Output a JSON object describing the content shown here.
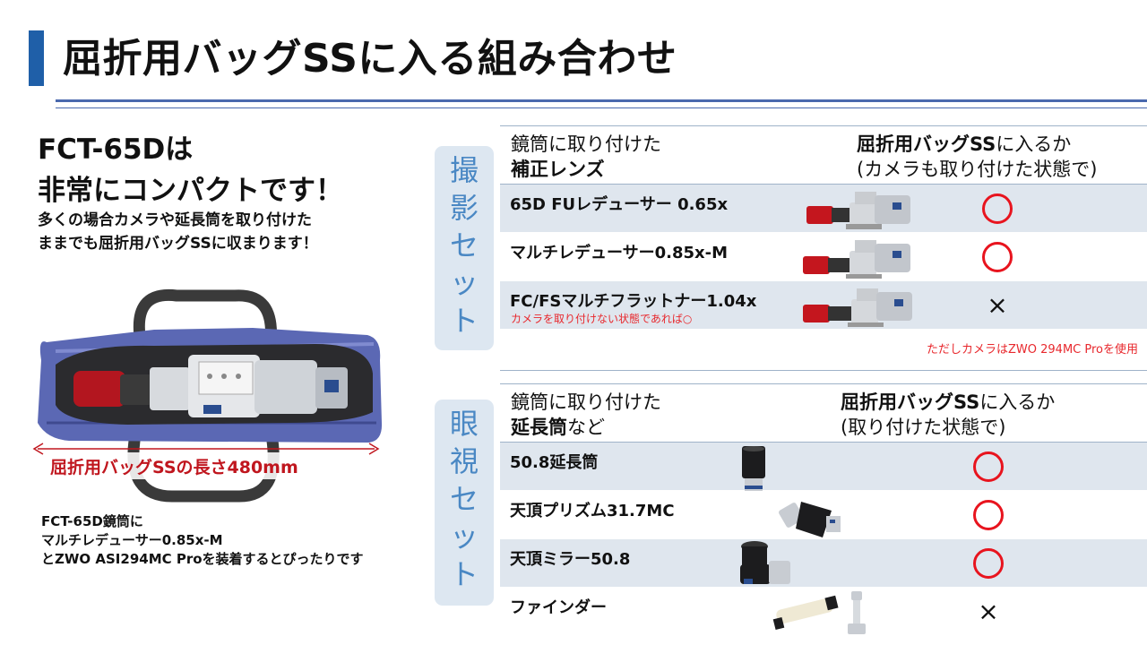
{
  "title": "屈折用バッグSSに入る組み合わせ",
  "left": {
    "headline_line1": "FCT-65Dは",
    "headline_line2": "非常にコンパクトです！",
    "sub_line1": "多くの場合カメラや延長筒を取り付けた",
    "sub_line2": "ままでも屈折用バッグSSに収まります！",
    "length_label": "屈折用バッグSSの長さ480mm",
    "caption_line1": "FCT-65D鏡筒に",
    "caption_line2": "マルチレデューサー0.85x-M",
    "caption_line3": "とZWO ASI294MC Proを装着するとぴったりです"
  },
  "categories": {
    "photo": "撮影セット",
    "visual": "眼視セット"
  },
  "photo_table": {
    "header_left_line1": "鏡筒に取り付けた",
    "header_left_line2_bold": "補正レンズ",
    "header_right_line1_bold": "屈折用バッグSS",
    "header_right_line1_rest": "に入るか",
    "header_right_line2": "(カメラも取り付けた状態で)",
    "rows": [
      {
        "name": "65D FUレデューサー 0.65x",
        "result": "yes",
        "thumb": "scope-with-camera-image"
      },
      {
        "name": "マルチレデューサー0.85x-M",
        "result": "yes",
        "thumb": "scope-with-camera-image"
      },
      {
        "name": "FC/FSマルチフラットナー1.04x",
        "note": "カメラを取り付けない状態であれば○",
        "result": "no",
        "thumb": "scope-with-camera-image"
      }
    ],
    "footnote": "ただしカメラはZWO 294MC Proを使用"
  },
  "visual_table": {
    "header_left_line1": "鏡筒に取り付けた",
    "header_left_line2_bold": "延長筒",
    "header_left_line2_rest": "など",
    "header_right_line1_bold": "屈折用バッグSS",
    "header_right_line1_rest": "に入るか",
    "header_right_line2": "(取り付けた状態で)",
    "rows": [
      {
        "name": "50.8延長筒",
        "result": "yes",
        "thumb": "extension-tube-image"
      },
      {
        "name": "天頂プリズム31.7MC",
        "result": "yes",
        "thumb": "diagonal-prism-image"
      },
      {
        "name": "天頂ミラー50.8",
        "result": "yes",
        "thumb": "diagonal-mirror-image"
      },
      {
        "name": "ファインダー",
        "result": "no",
        "thumb": "finder-scope-image"
      }
    ]
  },
  "colors": {
    "accent": "#1f5fa8",
    "rule": "#4968ad",
    "ok_circle": "#e8141e",
    "category_text": "#4a88c4",
    "category_bg": "#dde7f1",
    "row_shade": "#dfe6ee",
    "length_label": "#c0161e"
  },
  "symbols": {
    "yes": "〇",
    "no": "×"
  }
}
